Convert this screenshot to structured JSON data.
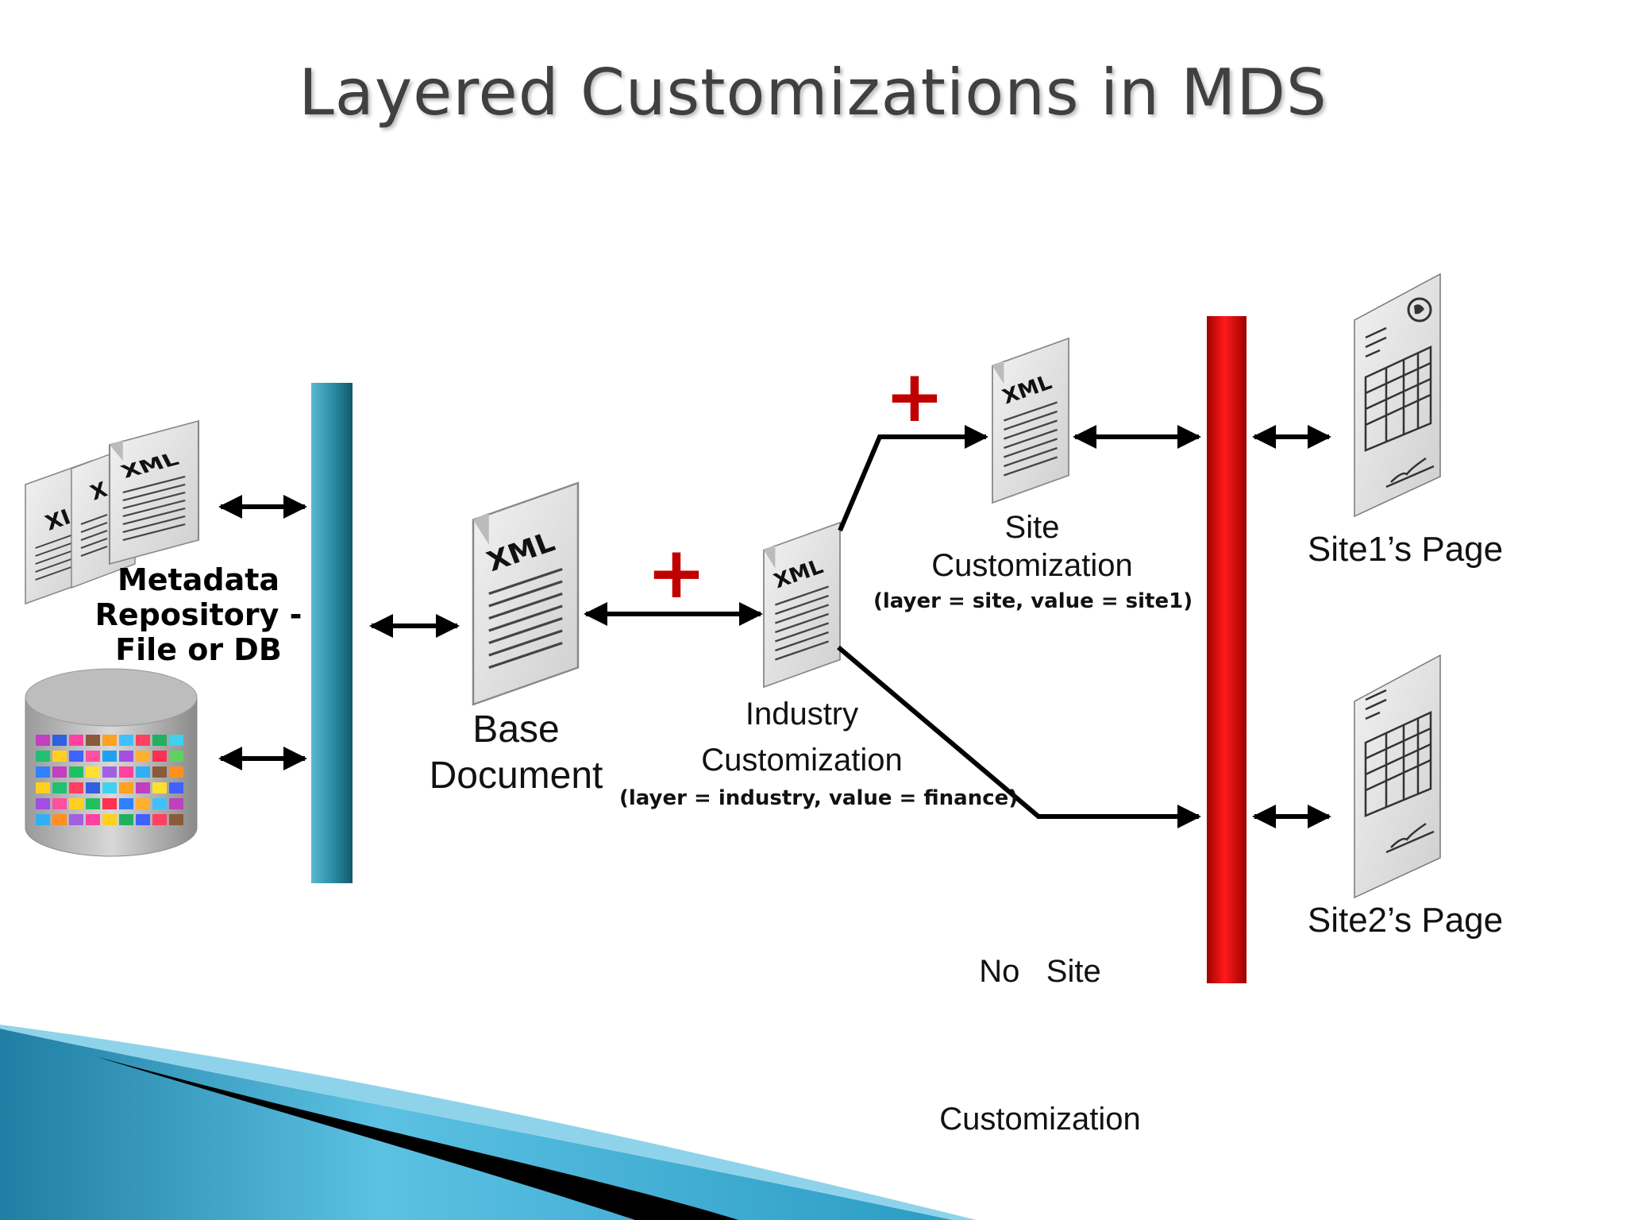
{
  "slide": {
    "title": "Layered Customizations in MDS"
  },
  "labels": {
    "repository": [
      "Metadata",
      "Repository -",
      "File or DB"
    ],
    "base_document": [
      "Base",
      "Document"
    ],
    "industry_customization": [
      "Industry",
      "Customization"
    ],
    "industry_params": "(layer = industry, value = finance)",
    "site_customization": [
      "Site",
      "Customization"
    ],
    "site_params": "(layer = site, value = site1)",
    "no_site_customization": [
      "No   Site",
      "Customization"
    ],
    "site1_page": "Site1’s Page",
    "site2_page": "Site2’s Page"
  },
  "icons": {
    "xml_text": "XML",
    "xml_partial_1": "XI",
    "xml_partial_2": "X",
    "plus": "+"
  },
  "colors": {
    "teal_bar": "#2a8fa8",
    "red_bar": "#e01010",
    "plus_red": "#c00000",
    "footer_blue": "#2b9cc4"
  }
}
